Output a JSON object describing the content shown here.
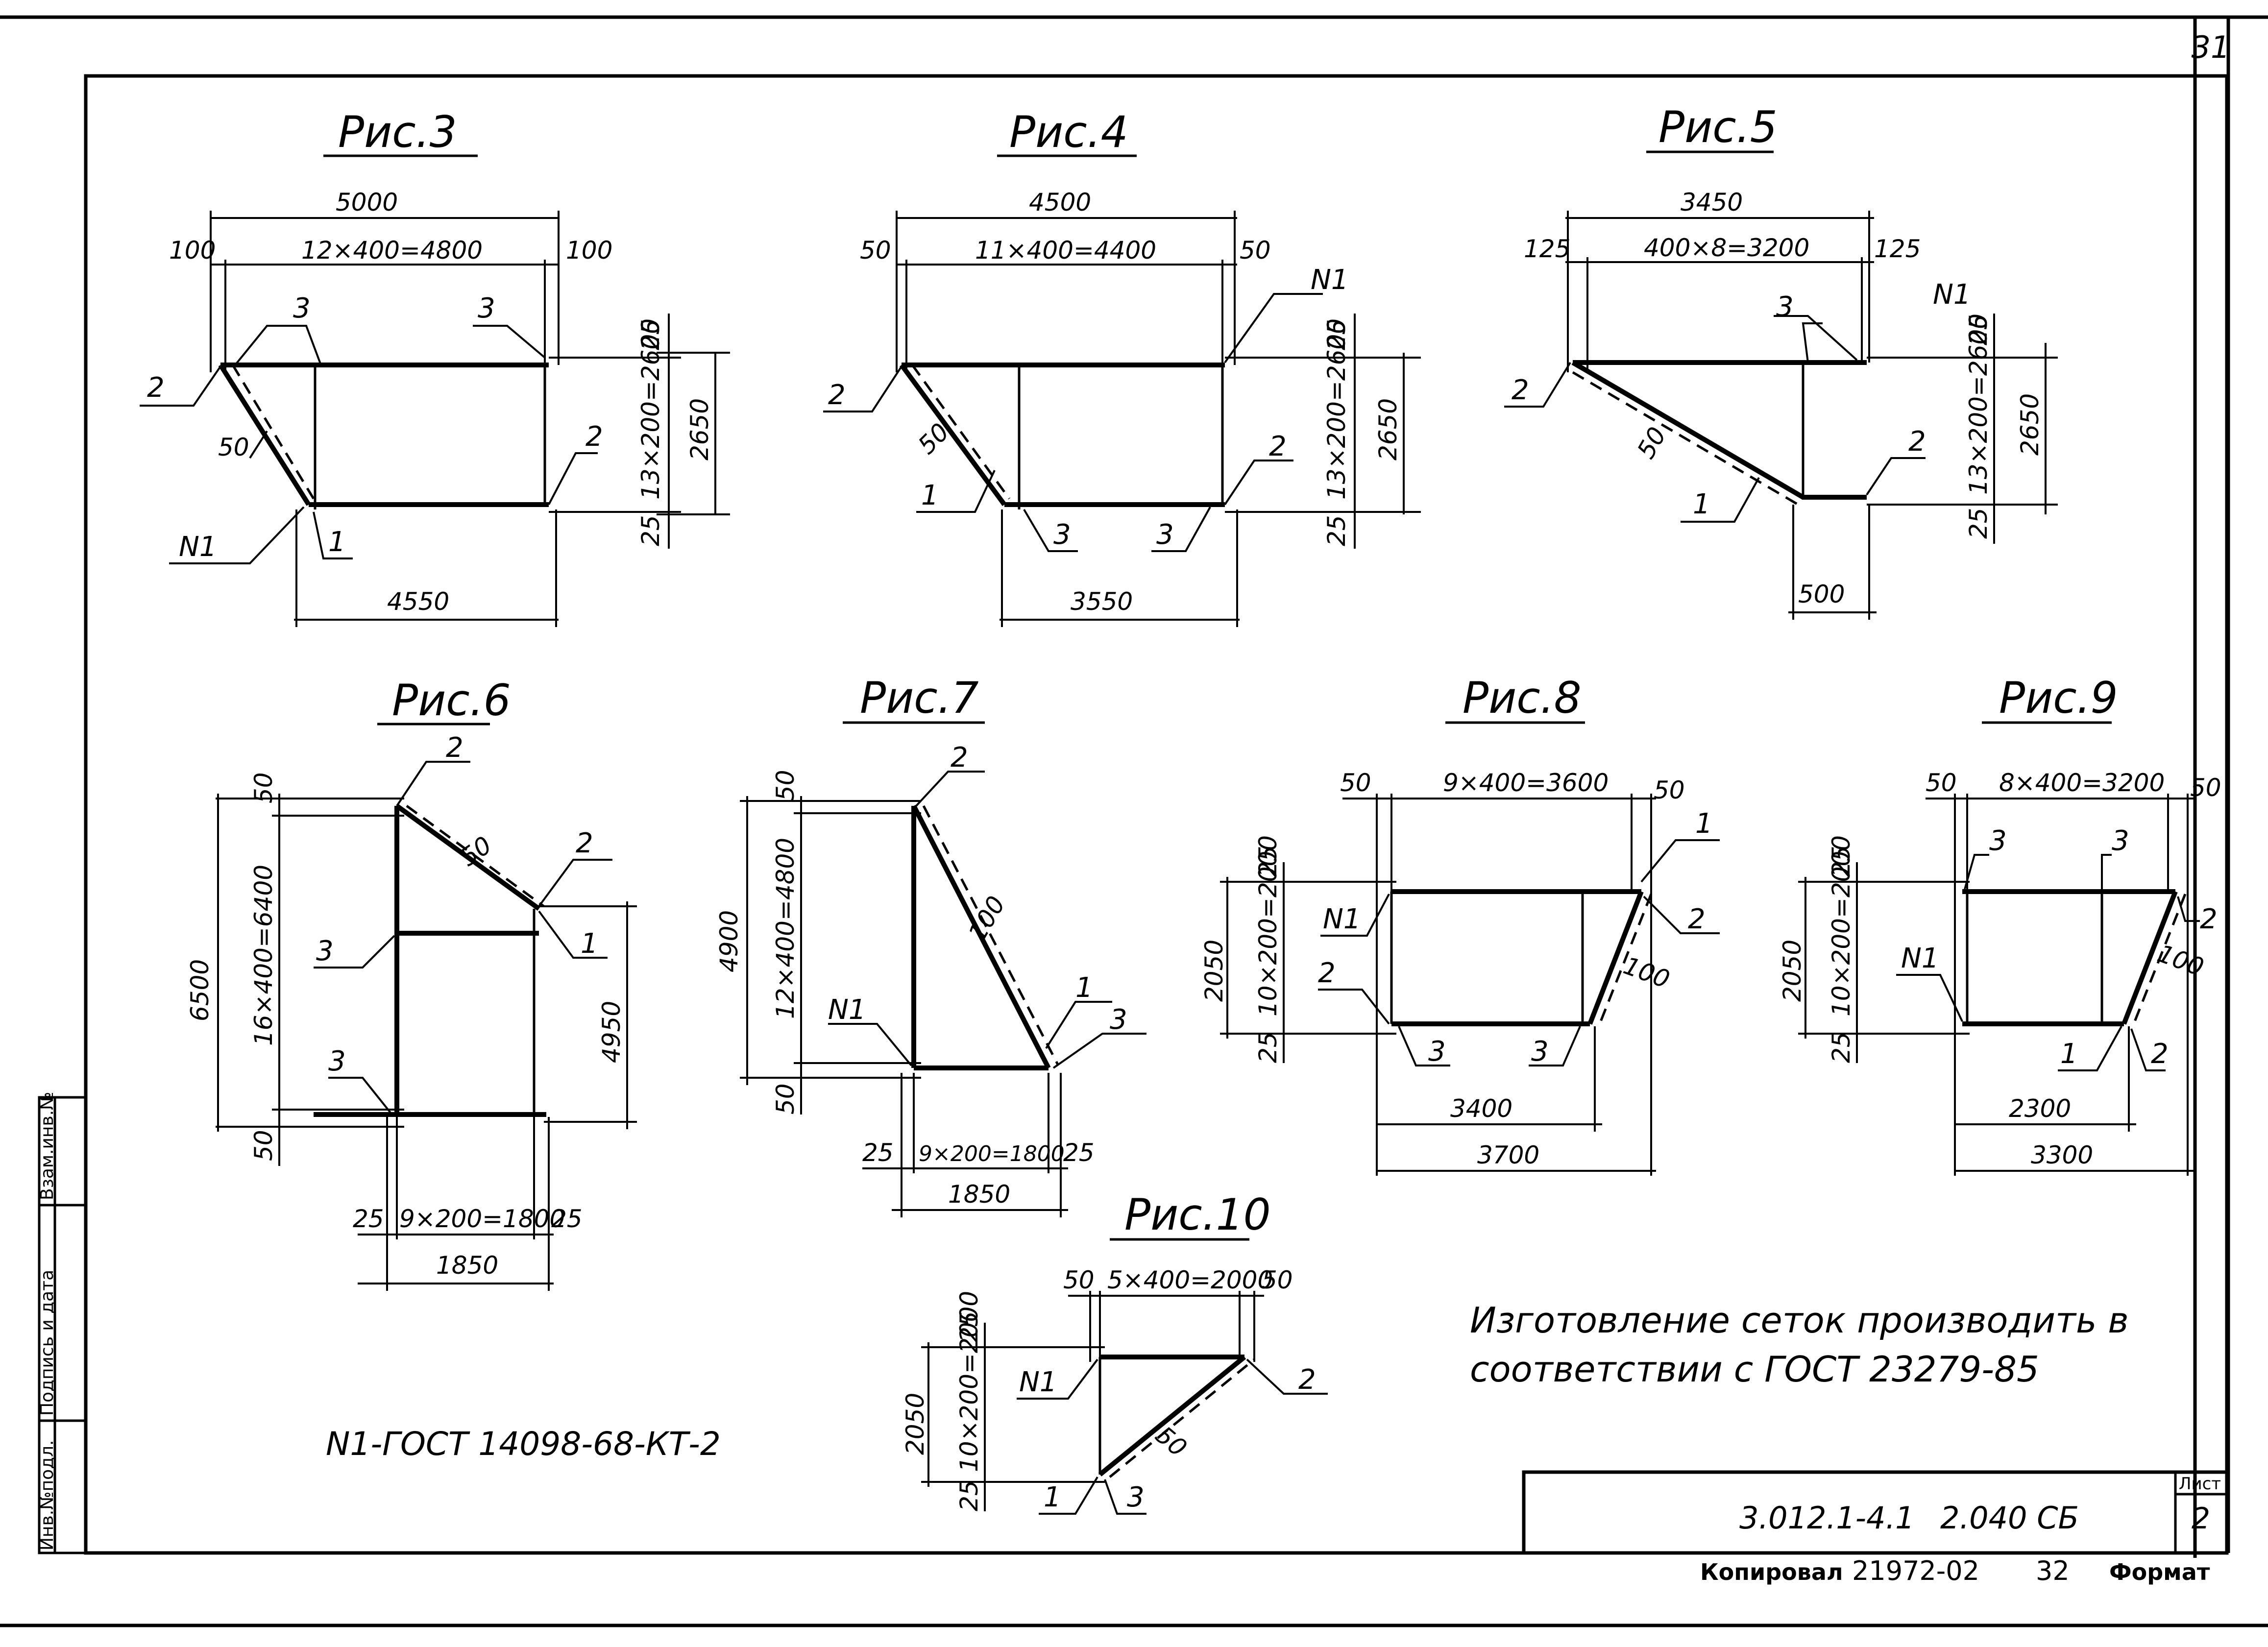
{
  "sheet_number": "31",
  "stamp": {
    "document_code": "3.012.1-4.1",
    "drawing_code": "2.040 СБ",
    "sheet_label": "Лист",
    "sheet_value": "2"
  },
  "footer": {
    "copied_label": "Копировал",
    "copy_number": "21972-02",
    "copy_page": "32",
    "format_label": "Формат"
  },
  "side_table": {
    "col1": "Инв.№подл.",
    "col2": "Подпись и дата",
    "col3": "Взам.инв.№"
  },
  "note": {
    "line1": "Изготовление сеток производить в",
    "line2": "соответствии с ГОСТ 23279-85"
  },
  "legend": "N1-ГОСТ 14098-68-КТ-2",
  "figures": [
    {
      "title": "Рис.3",
      "dims": [
        "5000",
        "100",
        "12×400=4800",
        "100",
        "25",
        "13×200=2600",
        "2650",
        "25",
        "4550",
        "50"
      ],
      "labels": [
        "2",
        "3",
        "3",
        "N1",
        "1",
        "2"
      ]
    },
    {
      "title": "Рис.4",
      "dims": [
        "4500",
        "50",
        "11×400=4400",
        "50",
        "25",
        "13×200=2600",
        "2650",
        "25",
        "3550",
        "50"
      ],
      "labels": [
        "2",
        "N1",
        "1",
        "3",
        "3",
        "2"
      ]
    },
    {
      "title": "Рис.5",
      "dims": [
        "3450",
        "125",
        "400×8=3200",
        "125",
        "25",
        "13×200=2600",
        "2650",
        "25",
        "500",
        "50"
      ],
      "labels": [
        "2",
        "3",
        "N1",
        "1",
        "2"
      ]
    },
    {
      "title": "Рис.6",
      "dims": [
        "6500",
        "50",
        "16×400=6400",
        "50",
        "4950",
        "25",
        "9×200=1800",
        "25",
        "1850",
        "50"
      ],
      "labels": [
        "2",
        "2",
        "3",
        "1",
        "3"
      ]
    },
    {
      "title": "Рис.7",
      "dims": [
        "4900",
        "50",
        "12×400=4800",
        "50",
        "25",
        "9×200=1800",
        "25",
        "1850",
        "100"
      ],
      "labels": [
        "2",
        "N1",
        "1",
        "3"
      ]
    },
    {
      "title": "Рис.8",
      "dims": [
        "50",
        "9×400=3600",
        "50",
        "2050",
        "25",
        "10×200=2000",
        "25",
        "3400",
        "3700",
        "100"
      ],
      "labels": [
        "1",
        "N1",
        "2",
        "2",
        "3",
        "3"
      ]
    },
    {
      "title": "Рис.9",
      "dims": [
        "50",
        "8×400=3200",
        "50",
        "2050",
        "25",
        "10×200=2000",
        "25",
        "2300",
        "3300",
        "100"
      ],
      "labels": [
        "3",
        "3",
        "2",
        "N1",
        "1",
        "2"
      ]
    },
    {
      "title": "Рис.10",
      "dims": [
        "50",
        "5×400=2000",
        "50",
        "2050",
        "25",
        "10×200=2000",
        "25",
        "50"
      ],
      "labels": [
        "N1",
        "2",
        "1",
        "3"
      ]
    }
  ]
}
